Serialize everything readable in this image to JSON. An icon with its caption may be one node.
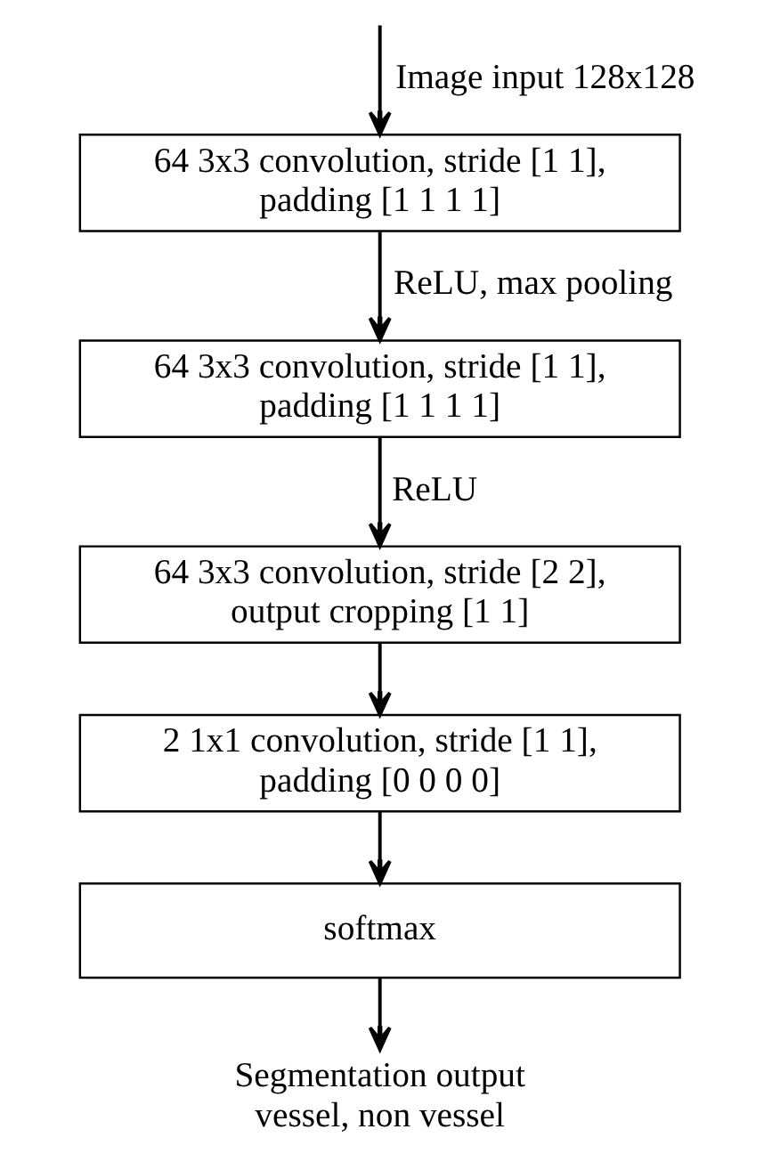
{
  "diagram": {
    "nodes": [
      {
        "text": [
          "64 3x3 convolution, stride [1 1], padding [1 1 1 1]"
        ]
      },
      {
        "text": [
          "64 3x3 convolution, stride [1 1], padding [1 1 1 1]"
        ]
      },
      {
        "text": [
          "64 3x3 convolution, stride [2 2], output cropping [1 1]"
        ]
      },
      {
        "text": [
          "2 1x1 convolution, stride [1 1], padding [0 0 0 0]"
        ]
      },
      {
        "text": [
          "softmax"
        ]
      },
      {
        "text": [
          "Segmentation output",
          "vessel, non vessel"
        ]
      }
    ],
    "edges": [
      {
        "from": null,
        "to": 0,
        "arrow": "to",
        "label": "Image input 128x128"
      },
      {
        "from": 0,
        "to": 1,
        "arrow": "to",
        "label": "ReLU, max pooling"
      },
      {
        "from": 1,
        "to": 2,
        "arrow": "to",
        "label": "ReLU"
      },
      {
        "from": 2,
        "to": 3,
        "arrow": "to"
      },
      {
        "from": 3,
        "to": 4,
        "arrow": "to"
      },
      {
        "from": 4,
        "to": 5,
        "arrow": "to"
      }
    ]
  }
}
